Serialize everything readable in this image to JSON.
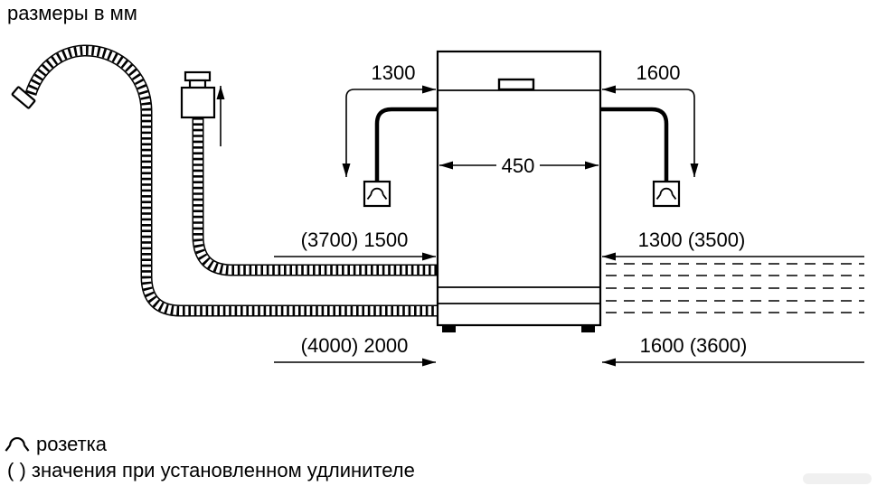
{
  "title": "размеры в мм",
  "appliance": {
    "width_label": "450"
  },
  "dimensions": {
    "top_left": "1300",
    "top_right": "1600",
    "mid_left": "(3700) 1500",
    "mid_right": "1300 (3500)",
    "bottom_left": "(4000) 2000",
    "bottom_right": "1600 (3600)"
  },
  "legend": {
    "socket_label": "розетка",
    "note": "( ) значения при установленном удлинителе"
  },
  "colors": {
    "line": "#000000",
    "background": "#ffffff"
  }
}
